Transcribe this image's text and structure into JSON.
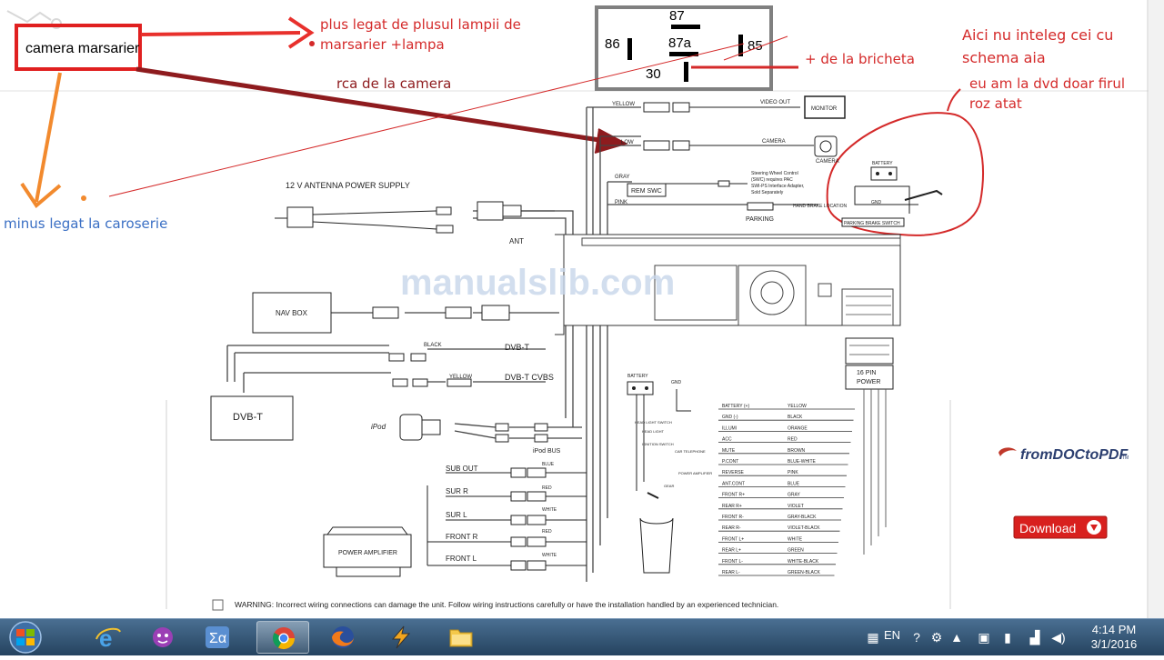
{
  "annotations": {
    "camera_box": "camera marsarier",
    "plus_note_line1": "plus legat de plusul lampii de",
    "plus_note_line2": "marsarier +lampa",
    "rca_note": "rca de la camera",
    "bricheta_note": "+ de la bricheta",
    "aici_line1": "Aici nu inteleg cei cu",
    "aici_line2": "schema aia",
    "eu_line1": "eu am la dvd doar firul",
    "eu_line2": "roz atat",
    "minus_note": "minus legat la caroserie"
  },
  "relay": {
    "pin87": "87",
    "pin86": "86",
    "pin87a": "87a",
    "pin85": "85",
    "pin30": "30"
  },
  "diagram": {
    "antenna_title": "12 V ANTENNA  POWER SUPPLY",
    "ant": "ANT",
    "nav_box": "NAV BOX",
    "black": "BLACK",
    "dvbt_label": "DVB-T",
    "yellow": "YELLOW",
    "dvbt_cvbs": "DVB-T   CVBS",
    "dvbt_box": "DVB-T",
    "ipod": "iPod",
    "ipod_bus": "iPod BUS",
    "sub_out": "SUB OUT",
    "sur_r": "SUR R",
    "sur_l": "SUR L",
    "front_r": "FRONT R",
    "front_l": "FRONT L",
    "blue": "BLUE",
    "red": "RED",
    "white": "WHITE",
    "power_amp": "POWER AMPLIFIER",
    "video_out": "VIDEO OUT",
    "monitor": "MONITOR",
    "camera_label": "CAMERA",
    "camera_icon_label": "CAMERA",
    "gray": "GRAY",
    "rem_swc": "REM SWC",
    "swc_note1": "Steering Wheel Control",
    "swc_note2": "(SWC) requires PAC",
    "swc_note3": "SWI-PS Interface Adapter,",
    "swc_note4": "Sold Separately",
    "pink": "PINK",
    "hand_brake": "HAND BRAKE LOCATION",
    "parking": "PARKING",
    "battery": "BATTERY",
    "gnd": "GND",
    "parking_brake_switch": "PARKING BRAKE SWITCH",
    "yellow_top": "YELLOW",
    "sixteen_pin_1": "16 PIN",
    "sixteen_pin_2": "POWER",
    "battery2": "BATTERY",
    "gnd2": "GND",
    "head_light_switch": "HEAD LIGHT SWITCH",
    "head_light": "HEAD LIGHT",
    "ignition_switch": "IGNITION SWITCH",
    "car_telephone": "CAR TELEPHONE",
    "power_amplifier_small": "POWER AMPLIFIER",
    "gear": "GEAR",
    "wires_left": [
      "BATTERY (+)",
      "GND (-)",
      "ILLUMI",
      "ACC",
      "MUTE",
      "P.CONT",
      "REVERSE",
      "ANT.CONT",
      "FRONT R+",
      "REAR R+",
      "FRONT R-",
      "REAR R-",
      "FRONT L+",
      "REAR L+",
      "FRONT L-",
      "REAR L-"
    ],
    "wires_right": [
      "YELLOW",
      "BLACK",
      "ORANGE",
      "RED",
      "BROWN",
      "BLUE-WHITE",
      "PINK",
      "BLUE",
      "GRAY",
      "VIOLET",
      "GRAY-BLACK",
      "VIOLET-BLACK",
      "WHITE",
      "GREEN",
      "WHITE-BLACK",
      "GREEN-BLACK"
    ],
    "watermark": "manualslib.com",
    "warning": "WARNING: Incorrect wiring connections can damage the unit. Follow wiring instructions carefully or have the installation handled by an experienced technician."
  },
  "ads": {
    "from_doc": "fromDOCtoPDF",
    "tm": "TM",
    "download": "Download"
  },
  "taskbar": {
    "lang": "EN",
    "time": "4:14 PM",
    "date": "3/1/2016",
    "apps": [
      "internet-explorer-icon",
      "yahoo-messenger-icon",
      "math-app-icon",
      "chrome-icon",
      "firefox-icon",
      "winamp-icon",
      "file-explorer-icon"
    ]
  },
  "colors": {
    "annotation_red": "#d42a2a",
    "arrow_red": "#e8302c",
    "arrow_darkred": "#8e1b1e",
    "orange": "#f28a2e",
    "note_blue": "#3a6fc4",
    "download_red": "#d8201e"
  }
}
